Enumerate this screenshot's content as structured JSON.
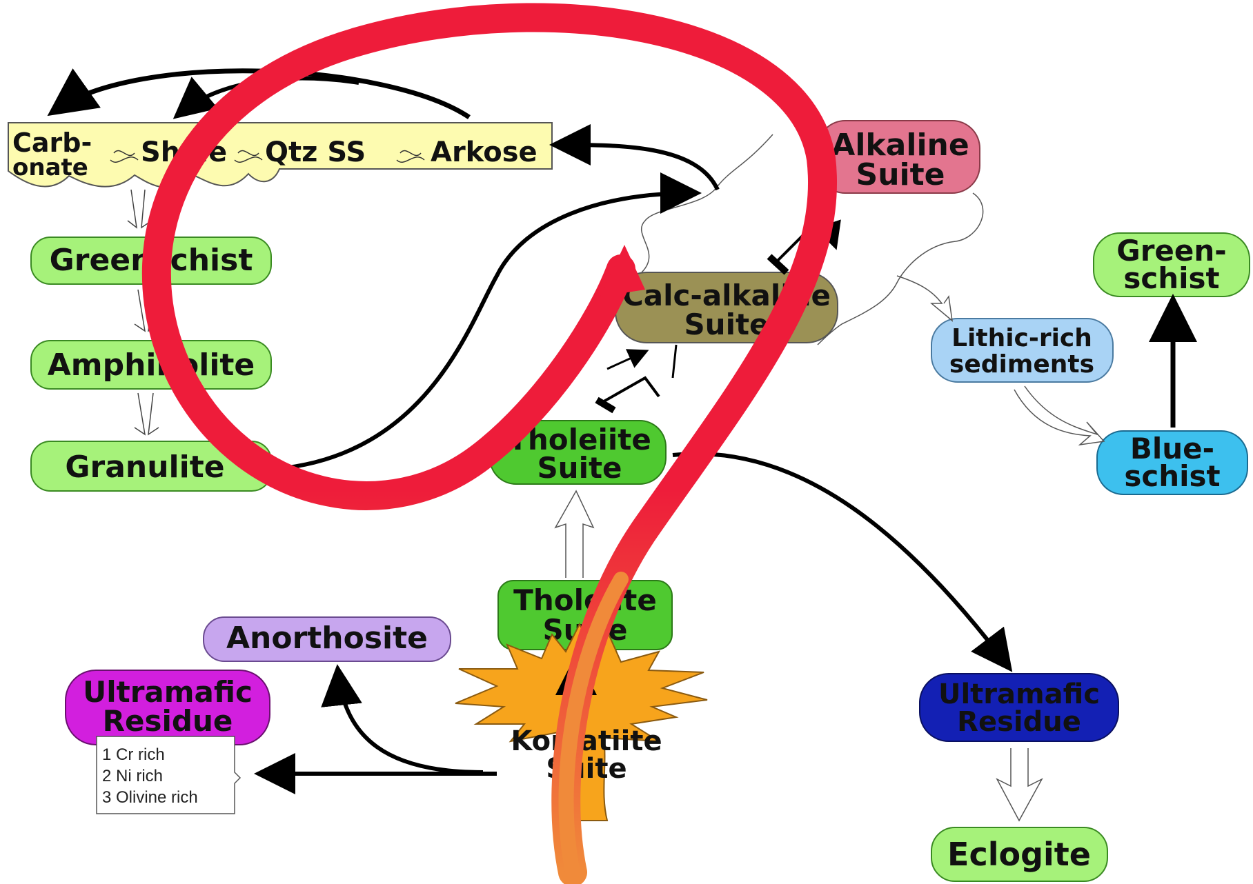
{
  "colors": {
    "yellow_box": "#fdfbb0",
    "light_green": "#a6f27a",
    "dark_green": "#4fc930",
    "olive": "#9b9155",
    "pink": "#e3758f",
    "light_blue": "#a9d3f5",
    "cyan": "#3dc0ee",
    "lilac": "#c7a6ee",
    "magenta": "#d21fde",
    "navy": "#1320b4",
    "orange": "#f7a41c",
    "red_arrow": "#ee1c3a",
    "orange_arrow": "#f08a3a"
  },
  "sediments": {
    "carbonate_line1": "Carb-",
    "carbonate_line2": "onate",
    "shale": "Shale",
    "qtz_ss": "Qtz SS",
    "arkose": "Arkose"
  },
  "nodes": {
    "greenschist_left": "Greenschist",
    "amphibolite": "Amphibolite",
    "granulite": "Granulite",
    "alkaline_line1": "Alkaline",
    "alkaline_line2": "Suite",
    "calc_alkaline_line1": "Calc-alkaline",
    "calc_alkaline_line2": "Suite",
    "tholeiite_upper_line1": "Tholeiite",
    "tholeiite_upper_line2": "Suite",
    "tholeiite_lower_line1": "Tholeiite",
    "tholeiite_lower_line2": "Suite",
    "komatiite_line1": "Komatiite",
    "komatiite_line2": "Suite",
    "anorthosite": "Anorthosite",
    "ultramafic_left_line1": "Ultramafic",
    "ultramafic_left_line2": "Residue",
    "ultramafic_right_line1": "Ultramafic",
    "ultramafic_right_line2": "Residue",
    "eclogite": "Eclogite",
    "lithic_line1": "Lithic-rich",
    "lithic_line2": "sediments",
    "blueschist_line1": "Blue-",
    "blueschist_line2": "schist",
    "greenschist_right_line1": "Green-",
    "greenschist_right_line2": "schist"
  },
  "residue_list": {
    "item1": "1  Cr rich",
    "item2": "2 Ni rich",
    "item3": "3 Olivine rich"
  }
}
